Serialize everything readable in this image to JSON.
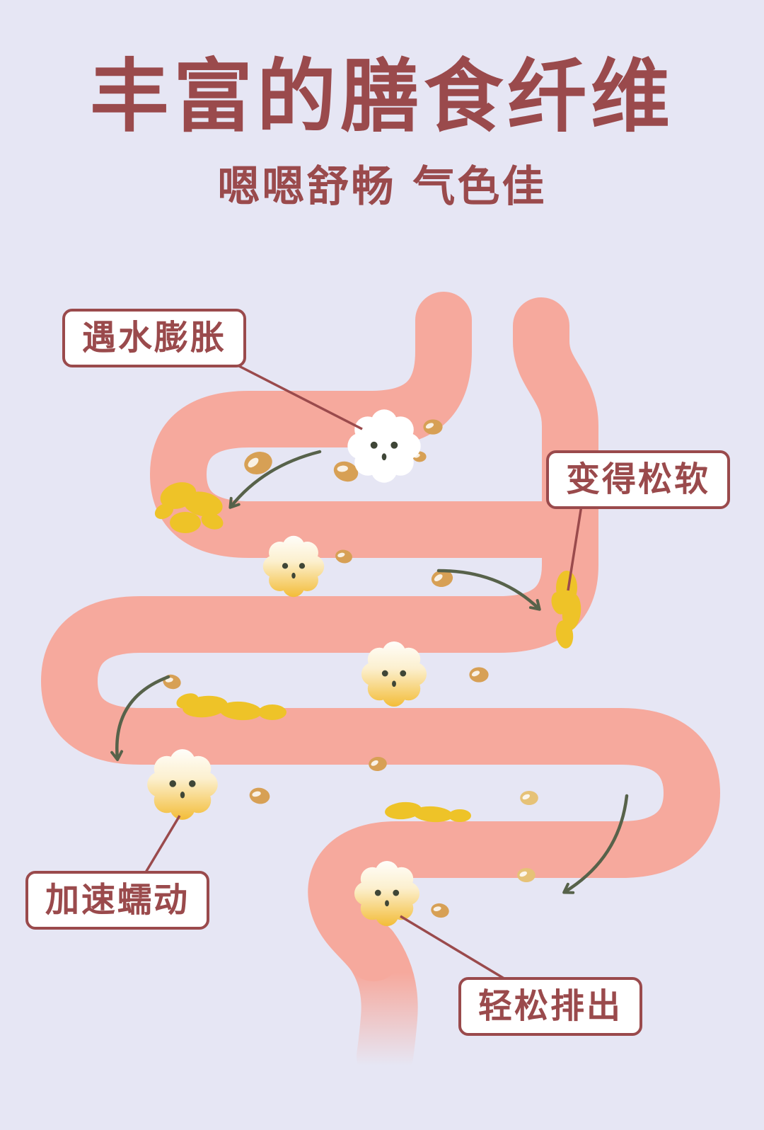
{
  "header": {
    "title": "丰富的膳食纤维",
    "subtitle": "嗯嗯舒畅 气色佳"
  },
  "callouts": [
    {
      "id": "swell-on-water",
      "label": "遇水膨胀"
    },
    {
      "id": "become-soft",
      "label": "变得松软"
    },
    {
      "id": "speed-peristalsis",
      "label": "加速蠕动"
    },
    {
      "id": "easy-excretion",
      "label": "轻松排出"
    }
  ],
  "illustration": {
    "elements": [
      "intestine-tube",
      "fiber-cloud",
      "seed-bean",
      "residue-smear",
      "flow-arrow",
      "pointer-line"
    ],
    "colors": {
      "background": "#e6e6f4",
      "accent_maroon": "#9a4a4c",
      "intestine_pink": "#f6a99d",
      "fiber_yellow": "#f2b82a",
      "seed_tan": "#d7a055",
      "residue_yellow": "#eec328",
      "arrow_olive": "#57624a"
    }
  }
}
